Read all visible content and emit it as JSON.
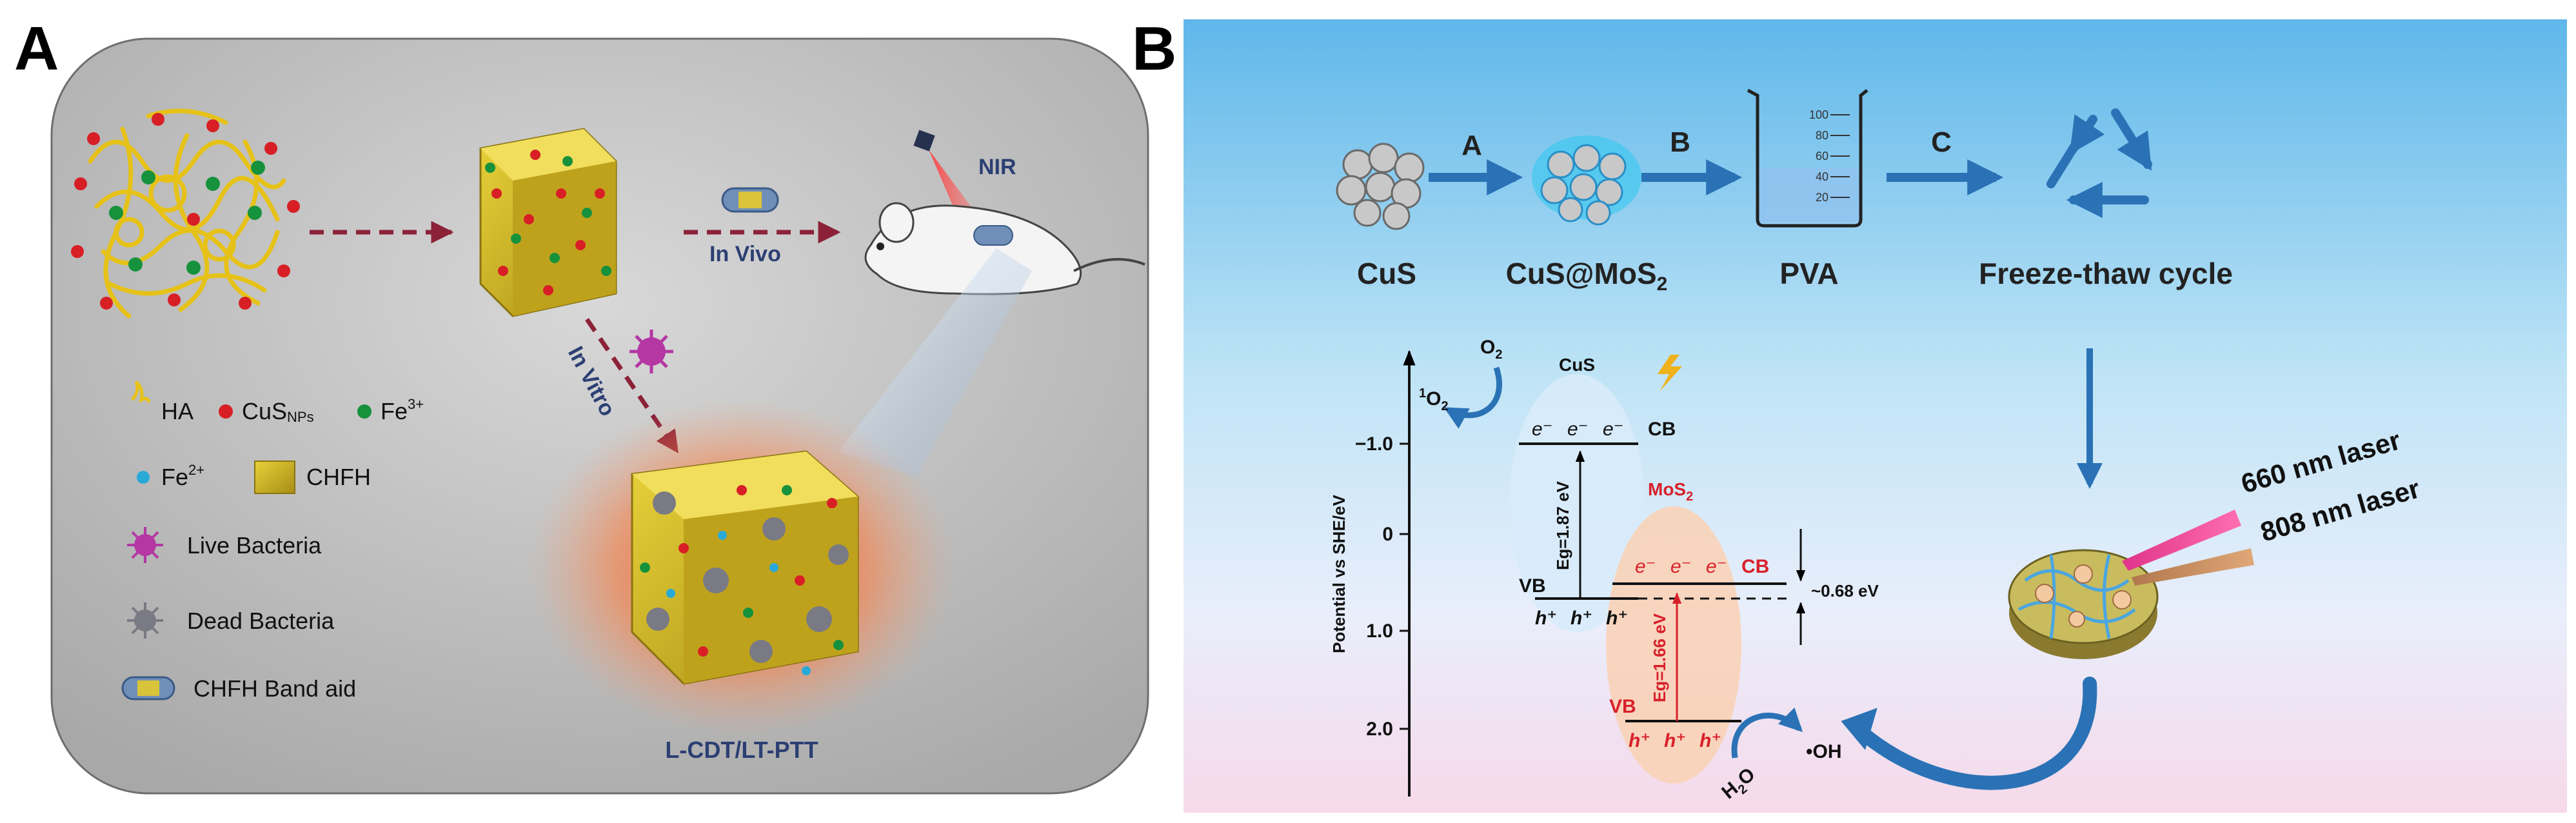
{
  "panelA": {
    "letter": "A",
    "nir": "NIR",
    "in_vivo": "In Vivo",
    "in_vitro": "In Vitro",
    "result": "L-CDT/LT-PTT",
    "legend": {
      "ha": "HA",
      "cus_main": "CuS",
      "cus_sub": "NPs",
      "fe3_base": "Fe",
      "fe3_sup": "3+",
      "fe2_base": "Fe",
      "fe2_sup": "2+",
      "chfh": "CHFH",
      "live": "Live Bacteria",
      "dead": "Dead Bacteria",
      "bandaid": "CHFH Band aid"
    }
  },
  "panelB": {
    "letter": "B",
    "steps": {
      "a": "A",
      "b": "B",
      "c": "C"
    },
    "cus": "CuS",
    "cusmos_main": "CuS@MoS",
    "cusmos_sub": "2",
    "pva": "PVA",
    "freeze": "Freeze-thaw cycle",
    "beaker_ticks": [
      "100",
      "80",
      "60",
      "40",
      "20"
    ],
    "laser660": "660 nm laser",
    "laser808": "808 nm laser",
    "band": {
      "ylabel": "Potential vs SHE/eV",
      "ticks": [
        "−1.0",
        "0",
        "1.0",
        "2.0"
      ],
      "cus": "CuS",
      "mos_main": "MoS",
      "mos_sub": "2",
      "cb": "CB",
      "vb": "VB",
      "eg_cus": "Eg=1.87 eV",
      "eg_mos": "Eg=1.66 eV",
      "offset": "~0.68 eV",
      "electron": "e⁻",
      "hole": "h⁺",
      "o2": "O",
      "o2_sub": "2",
      "singlet_pre": "1",
      "singlet_main": "O",
      "singlet_sub": "2",
      "h2o_h": "H",
      "h2o_sub": "2",
      "h2o_o": "O",
      "oh": "•OH"
    }
  },
  "colors": {
    "arrowA": "#2e3a6e",
    "arrowRed": "#8b2238",
    "arrowB": "#2a72b5",
    "text_blue": "#2c3f73",
    "mos_red": "#d8202a"
  }
}
